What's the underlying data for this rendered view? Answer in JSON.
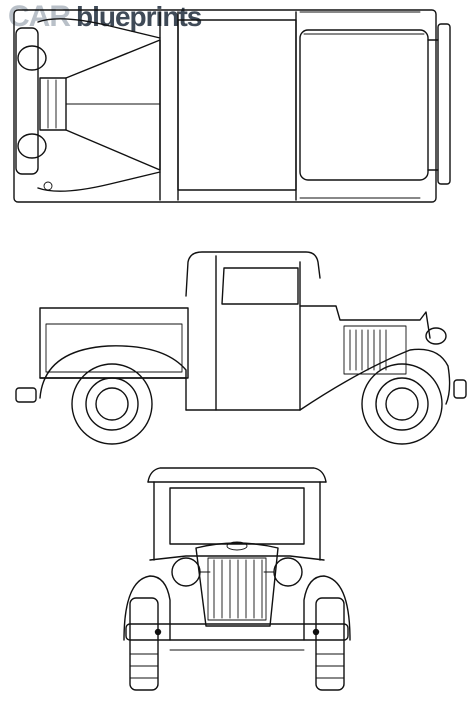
{
  "logo": {
    "brand": "CAR",
    "rest": "blueprints"
  },
  "views": [
    "top-view",
    "side-view",
    "front-view"
  ],
  "colors": {
    "line": "#111111",
    "background": "#ffffff",
    "logo_brand": "#b9c0c8",
    "logo_text": "#3f4a57"
  }
}
